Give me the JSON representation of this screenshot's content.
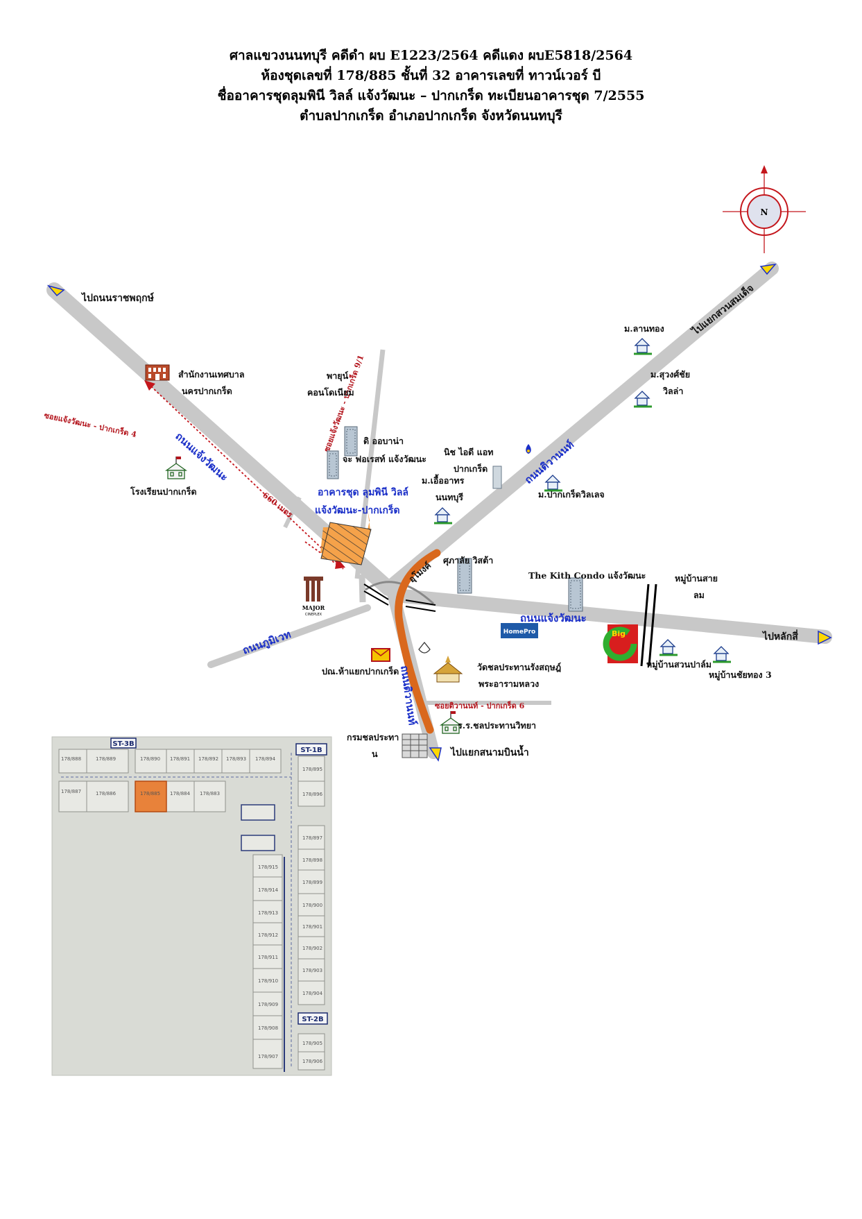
{
  "header": {
    "line1": "ศาลแขวงนนทบุรี  คดีดำ ผบ E1223/2564  คดีแดง ผบE5818/2564",
    "line2": "ห้องชุดเลขที่ 178/885 ชั้นที่ 32 อาคารเลขที่ ทาวน์เวอร์ บี",
    "line3": "ชื่ออาคารชุดลุมพินี วิลล์ แจ้งวัฒนะ – ปากเกร็ด  ทะเบียนอาคารชุด 7/2555",
    "line4": "ตำบลปากเกร็ด อำเภอปากเกร็ด จังหวัดนนทบุรี"
  },
  "compass": {
    "label": "N"
  },
  "directions": {
    "nw": "ไปถนนราชพฤกษ์",
    "ne": "ไปแยกสวนสมเด็จ",
    "e": "ไปหลักสี่",
    "s": "ไปแยกสนามบินน้ำ"
  },
  "roads": {
    "chaengwattana_nw": "ถนนแจ้งวัฒนะ",
    "chaengwattana_e": "ถนนแจ้งวัฒนะ",
    "tiwanon_ne": "ถนนติวานนท์",
    "tiwanon_s": "ถนนติวานนท์",
    "phumiwet": "ถนนภูมิเวท",
    "underpass": "อุโมงค์"
  },
  "sois": {
    "soi4": "ซอยแจ้งวัฒนะ - ปากเกร็ด 4",
    "soi91": "ซอยแจ้งวัฒนะ - ปากเกร็ด 9/1",
    "soi6": "ซอยติวานนท์ - ปากเกร็ด 6"
  },
  "distance": "660 เมตร",
  "target": {
    "line1": "อาคารชุด ลุมพินี วิลล์",
    "line2": "แจ้งวัฒนะ-ปากเกร็ด"
  },
  "places": {
    "municipal_1": "สำนักงานเทศบาล",
    "municipal_2": "นครปากเกร็ด",
    "school": "โรงเรียนปากเกร็ด",
    "payun_1": "พายุน์",
    "payun_2": "คอนโดเนียม",
    "obana": "ดิ ออบาน่า",
    "forest": "จะ ฟอเรสท์ แจ้งวัฒนะ",
    "niche_1": "นิช ไอดี แอท",
    "niche_2": "ปากเกร็ด",
    "uea_1": "ม.เอื้ออาทร",
    "uea_2": "นนทบุรี",
    "pakkret_villa": "ม.ปากเกร็ดวิลเลจ",
    "lanthong": "ม.ลานทอง",
    "suangchai_1": "ม.สุวงศ์ชัย",
    "suangchai_2": "วิลล่า",
    "supalai": "ศุภาลัย วิสต้า",
    "kith": "The Kith Condo แจ้งวัฒนะ",
    "saiлом_1": "หมู่บ้านสาย",
    "sailom_2": "ลม",
    "suanpalm": "หมู่บ้านสวนปาล์ม",
    "chaithong": "หมู่บ้านชัยทอง 3",
    "post": "ปณ.ห้าแยกปากเกร็ด",
    "wat_1": "วัดชลประทานรังสฤษฎ์",
    "wat_2": "พระอารามหลวง",
    "irrigation_school": "ร.ร.ชลประทานวิทยา",
    "irrigation_dept_1": "กรมชลประทา",
    "irrigation_dept_2": "น",
    "major_1": "MAJOR",
    "major_2": "CINEPLEX",
    "homepro": "HomePro",
    "bigc": "Big"
  },
  "floorplan": {
    "stairs": [
      "ST-3B",
      "ST-1B",
      "ST-2B"
    ],
    "top_row": [
      "178/888",
      "178/889",
      "178/890",
      "178/891",
      "178/892",
      "178/893",
      "178/894"
    ],
    "second_row": [
      "178/887",
      "178/886",
      "178/885",
      "178/884",
      "178/883"
    ],
    "right_col": [
      "178/895",
      "178/896",
      "178/897",
      "178/898",
      "178/899",
      "178/900",
      "178/901",
      "178/902",
      "178/903",
      "178/904",
      "178/905",
      "178/906"
    ],
    "left_col": [
      "178/915",
      "178/914",
      "178/913",
      "178/912",
      "178/911",
      "178/910",
      "178/909",
      "178/908",
      "178/907"
    ],
    "highlight": "178/885",
    "highlight_color": "#e8823a"
  },
  "colors": {
    "road": "#c8c8c8",
    "target": "#f5a24a",
    "soi_line": "#c4161c",
    "road_label": "#1a2fc8",
    "underpass": "#d9681d"
  }
}
